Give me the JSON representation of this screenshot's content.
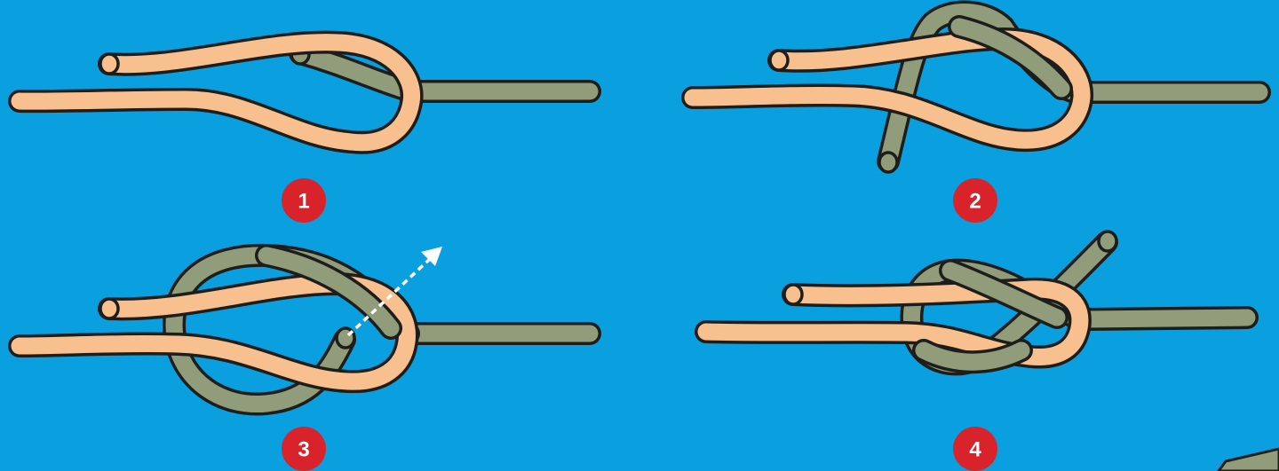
{
  "colors": {
    "background": "#0aa0df",
    "rope_tan": "#f8c08f",
    "rope_green": "#909c7a",
    "outline": "#1d1d1b",
    "badge": "#d8232a",
    "badge_text": "#ffffff",
    "arrow": "#ffffff"
  },
  "steps": [
    {
      "number": "1"
    },
    {
      "number": "2"
    },
    {
      "number": "3"
    },
    {
      "number": "4"
    }
  ]
}
